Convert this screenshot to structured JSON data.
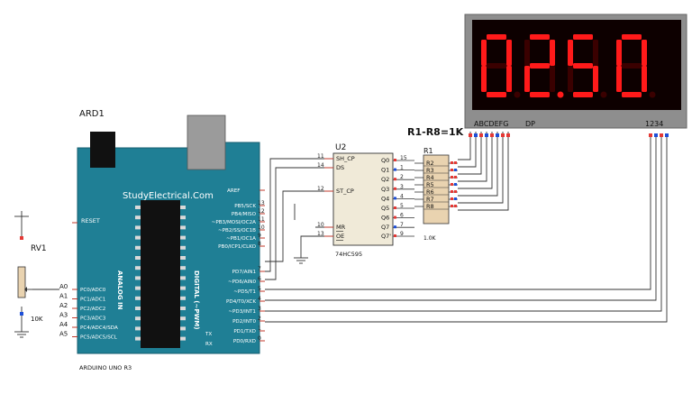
{
  "arduino": {
    "ref": "ARD1",
    "model": "ARDUINO UNO R3",
    "watermark": "StudyElectrical.Com",
    "aref": "AREF",
    "reset": "RESET",
    "analog_label": "ANALOG IN",
    "digital_label": "DIGITAL (~PWM)",
    "analog_pins": [
      {
        "pin": "A0",
        "name": "PC0/ADC0"
      },
      {
        "pin": "A1",
        "name": "PC1/ADC1"
      },
      {
        "pin": "A2",
        "name": "PC2/ADC2"
      },
      {
        "pin": "A3",
        "name": "PC3/ADC3"
      },
      {
        "pin": "A4",
        "name": "PC4/ADC4/SDA"
      },
      {
        "pin": "A5",
        "name": "PC5/ADC5/SCL"
      }
    ],
    "digital_pins_top": [
      {
        "num": "13",
        "name": "PB5/SCK"
      },
      {
        "num": "12",
        "name": "PB4/MISO"
      },
      {
        "num": "11",
        "name": "~PB3/MOSI/OC2A"
      },
      {
        "num": "10",
        "name": "~PB2/SS/OC1B"
      },
      {
        "num": "9",
        "name": "~PB1/OC1A"
      },
      {
        "num": "8",
        "name": "PB0/ICP1/CLKO"
      }
    ],
    "digital_pins_bottom": [
      {
        "num": "7",
        "name": "PD7/AIN1"
      },
      {
        "num": "6",
        "name": "~PD6/AIN0"
      },
      {
        "num": "5",
        "name": "~PD5/T1"
      },
      {
        "num": "4",
        "name": "PD4/T0/XCK"
      },
      {
        "num": "3",
        "name": "~PD3/INT1"
      },
      {
        "num": "2",
        "name": "PD2/INT0"
      },
      {
        "num": "1",
        "name": "PD1/TXD"
      },
      {
        "num": "0",
        "name": "PD0/RXD"
      }
    ],
    "tx": "TX",
    "rx": "RX"
  },
  "pot": {
    "ref": "RV1",
    "value": "10K"
  },
  "shift_register": {
    "ref": "U2",
    "part": "74HC595",
    "inputs": [
      {
        "num": "11",
        "name": "SH_CP"
      },
      {
        "num": "14",
        "name": "DS"
      },
      {
        "num": "12",
        "name": "ST_CP"
      },
      {
        "num": "10",
        "name": "MR"
      },
      {
        "num": "13",
        "name": "OE"
      }
    ],
    "outputs": [
      {
        "name": "Q0",
        "num": "15"
      },
      {
        "name": "Q1",
        "num": "1"
      },
      {
        "name": "Q2",
        "num": "2"
      },
      {
        "name": "Q3",
        "num": "3"
      },
      {
        "name": "Q4",
        "num": "4"
      },
      {
        "name": "Q5",
        "num": "5"
      },
      {
        "name": "Q6",
        "num": "6"
      },
      {
        "name": "Q7",
        "num": "7"
      },
      {
        "name": "Q7'",
        "num": "9"
      }
    ]
  },
  "resistors": {
    "ref": "R1",
    "note": "R1-R8=1K",
    "value": "1.0K",
    "labels": [
      "R2",
      "R3",
      "R4",
      "R5",
      "R6",
      "R7",
      "R8"
    ]
  },
  "display": {
    "digits": [
      "0",
      "2",
      "5",
      "0"
    ],
    "dp_after_index": 1,
    "segment_label": "ABCDEFG",
    "dp_label": "DP",
    "digit_label": "1234",
    "color_on": "#ff1a1a",
    "color_off": "#3a0000",
    "bezel": "#8e8e8e",
    "background": "#0d0000"
  },
  "colors": {
    "board": "#1f7f95",
    "pin_red": "#e53935",
    "pin_blue": "#1e4fd8"
  }
}
